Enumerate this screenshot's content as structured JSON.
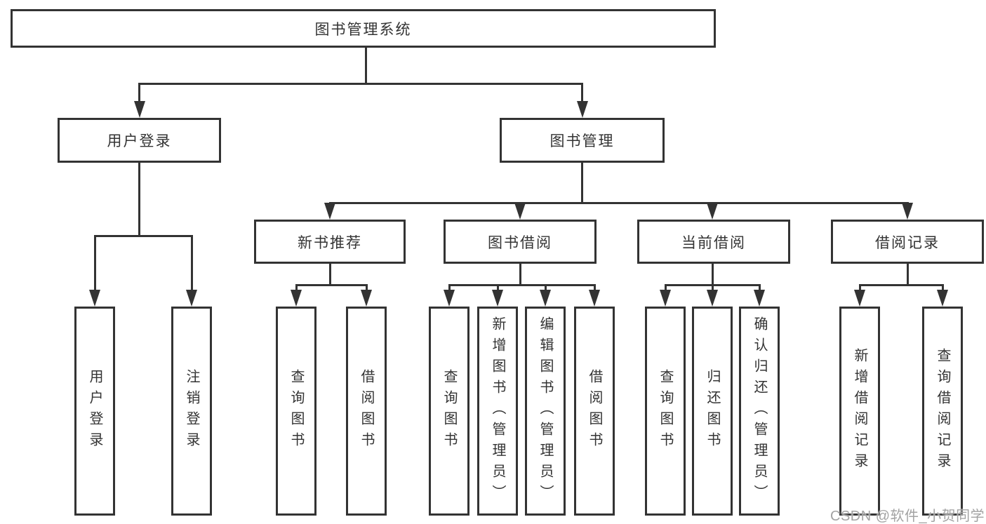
{
  "diagram": {
    "type": "hierarchy-tree",
    "watermark": "CSDN @软件_小贺同学",
    "colors": {
      "background": "#ffffff",
      "line": "#333333",
      "box_border": "#333333",
      "box_fill": "#ffffff",
      "text": "#333333",
      "watermark_text": "#a3a3a3"
    },
    "tree": {
      "root": "图书管理系统",
      "children": [
        {
          "label": "用户登录",
          "children": [
            "用户登录",
            "注销登录"
          ]
        },
        {
          "label": "图书管理",
          "children": [
            {
              "label": "新书推荐",
              "children": [
                "查询图书",
                "借阅图书"
              ]
            },
            {
              "label": "图书借阅",
              "children": [
                "查询图书",
                "新增图书（管理员）",
                "编辑图书（管理员）",
                "借阅图书"
              ]
            },
            {
              "label": "当前借阅",
              "children": [
                "查询图书",
                "归还图书",
                "确认归还（管理员）"
              ]
            },
            {
              "label": "借阅记录",
              "children": [
                "新增借阅记录",
                "查询借阅记录"
              ]
            }
          ]
        }
      ]
    }
  }
}
